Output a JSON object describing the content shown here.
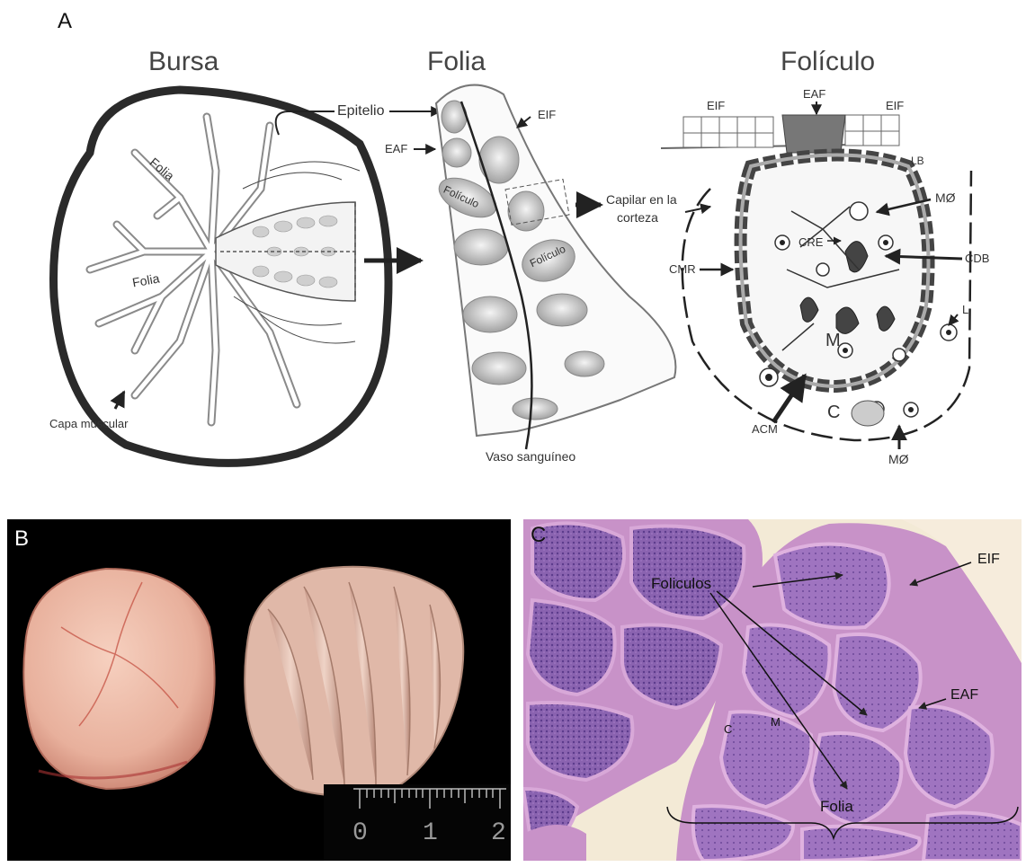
{
  "panel_a": {
    "letter": "A",
    "titles": {
      "bursa": "Bursa",
      "folia": "Folia",
      "foliculo": "Folículo"
    },
    "bursa_labels": {
      "epitelio": "Epitelio",
      "folia_top": "Folia",
      "folia_left": "Folia",
      "capa": "Capa muscular"
    },
    "folia_labels": {
      "eif": "EIF",
      "eaf": "EAF",
      "foliculo1": "Folículo",
      "foliculo2": "Folículo",
      "capilar1": "Capilar en la",
      "capilar2": "corteza",
      "vaso": "Vaso sanguíneo"
    },
    "follicle_labels": {
      "eif_left": "EIF",
      "eaf": "EAF",
      "eif_right": "EIF",
      "lb": "LB",
      "mo_top": "MØ",
      "cre": "CRE",
      "cdb": "CDB",
      "cmr": "CMR",
      "l": "L",
      "m": "M",
      "c": "C",
      "acm": "ACM",
      "mo_bottom": "MØ"
    }
  },
  "panel_b": {
    "letter": "B",
    "ruler_numbers": [
      "0",
      "1",
      "2"
    ]
  },
  "panel_c": {
    "letter": "C",
    "labels": {
      "eif": "EIF",
      "foliculos": "Foliculos",
      "eaf": "EAF",
      "c": "C",
      "m": "M",
      "folia": "Folia"
    }
  }
}
